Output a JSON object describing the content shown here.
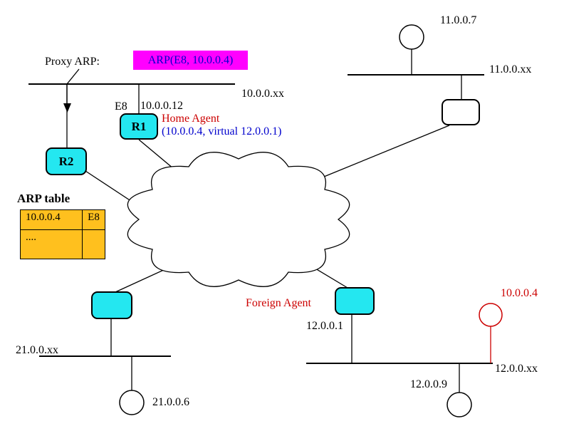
{
  "colors": {
    "cyan": "#24e7f0",
    "magenta": "#ff00ff",
    "orange": "#ffc01e",
    "red": "#cc0000",
    "blue": "#0000cd"
  },
  "diagram": {
    "proxy_arp": {
      "label": "Proxy ARP:",
      "message": "ARP(E8, 10.0.0.4)"
    },
    "network_10": {
      "label": "10.0.0.xx",
      "port": "E8",
      "router_ip": "10.0.0.12"
    },
    "r1": {
      "label": "R1",
      "role": "Home Agent",
      "detail": "(10.0.0.4,  virtual 12.0.0.1)"
    },
    "r2": {
      "label": "R2"
    },
    "arp_table": {
      "title": "ARP table",
      "rows": [
        [
          "10.0.0.4",
          "E8"
        ],
        [
          "....",
          ""
        ]
      ]
    },
    "network_11": {
      "label": "11.0.0.xx",
      "host": "11.0.0.7"
    },
    "network_21": {
      "label": "21.0.0.xx",
      "host": "21.0.0.6"
    },
    "network_12": {
      "label": "12.0.0.xx",
      "host": "12.0.0.9",
      "foreign_agent": "Foreign Agent",
      "fa_ip": "12.0.0.1",
      "mobile_host": "10.0.0.4"
    }
  }
}
